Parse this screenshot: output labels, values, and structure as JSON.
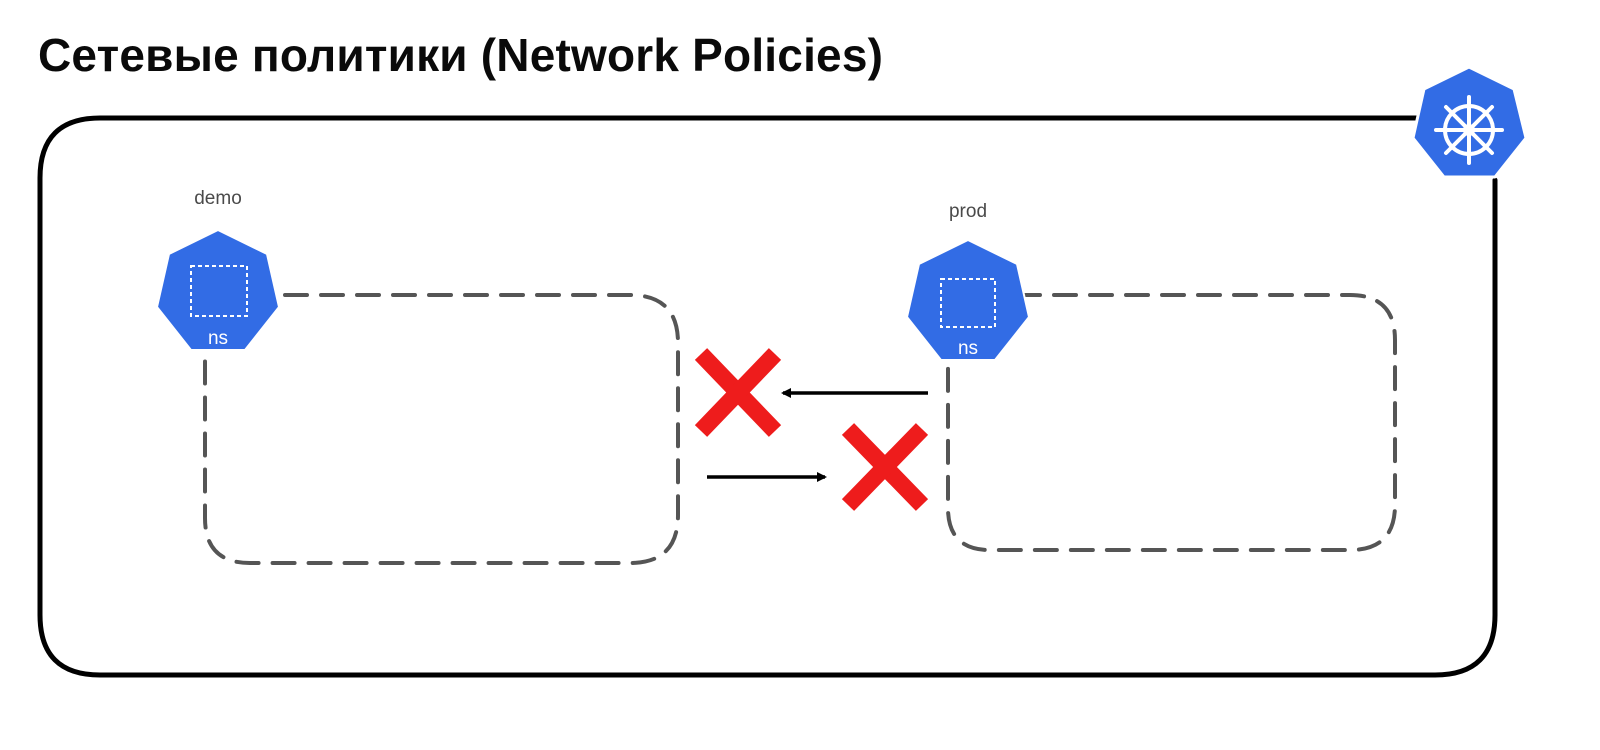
{
  "title": "Сетевые политики (Network Policies)",
  "colors": {
    "k8s_blue": "#326ce5",
    "deny_red": "#ee1c1c",
    "frame": "#000000",
    "dashed_border": "#555555"
  },
  "namespaces": [
    {
      "id": "demo",
      "name": "demo",
      "badge": "ns",
      "icon": "namespace-heptagon-icon"
    },
    {
      "id": "prod",
      "name": "prod",
      "badge": "ns",
      "icon": "namespace-heptagon-icon"
    }
  ],
  "connections": [
    {
      "from": "prod",
      "to": "demo",
      "status": "blocked",
      "icon": "red-x-deny-icon"
    },
    {
      "from": "demo",
      "to": "prod",
      "status": "blocked",
      "icon": "red-x-deny-icon"
    }
  ],
  "icons": {
    "cluster": "kubernetes-helm-wheel-icon"
  }
}
